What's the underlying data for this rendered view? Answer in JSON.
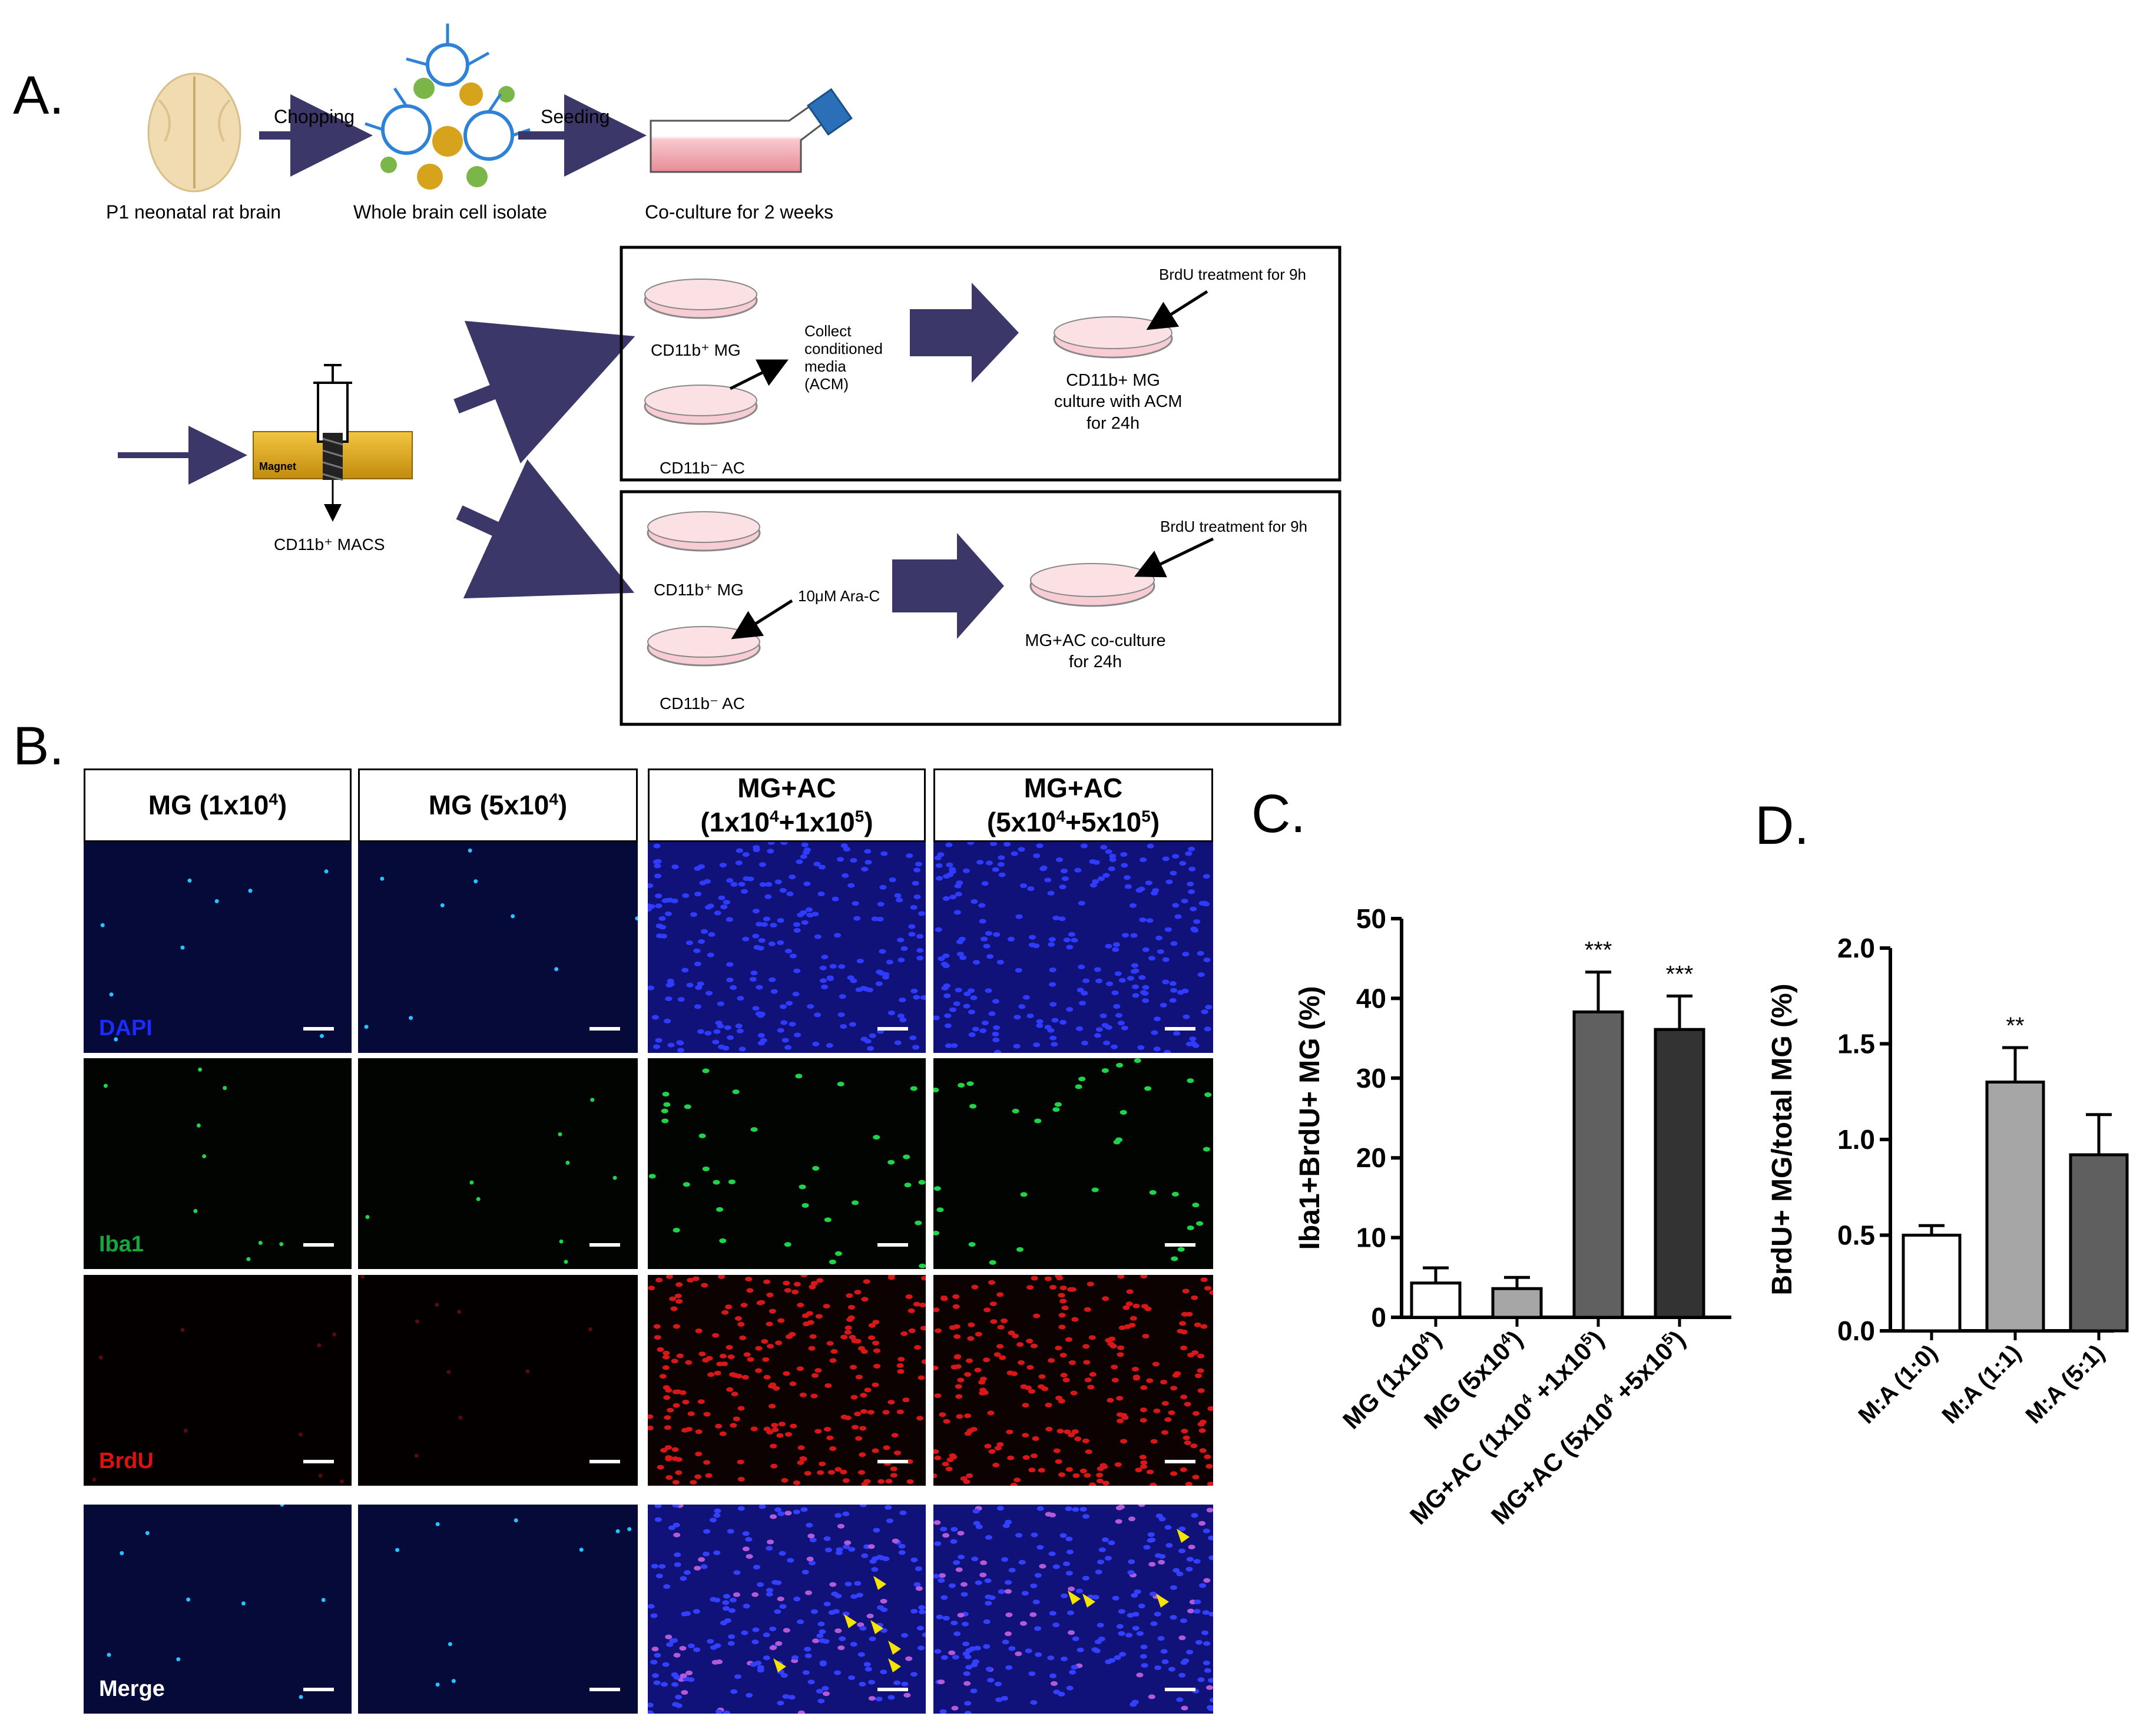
{
  "panel_labels": {
    "a": "A.",
    "b": "B.",
    "c": "C.",
    "d": "D."
  },
  "schematic": {
    "step_brain": "P1 neonatal rat brain",
    "arrow_chopping": "Chopping",
    "step_isolate": "Whole brain cell isolate",
    "arrow_seeding": "Seeding",
    "step_coculture": "Co-culture for 2 weeks",
    "magnet_label": "Magnet",
    "macs_label": "CD11b⁺ MACS",
    "top_box": {
      "dish_mg": "CD11b⁺ MG",
      "dish_ac": "CD11b⁻ AC",
      "collect_media": [
        "Collect",
        "conditioned",
        "media",
        "(ACM)"
      ],
      "brdu": "BrdU treatment for 9h",
      "result": [
        "CD11b+ MG",
        "culture with ACM",
        "for 24h"
      ]
    },
    "bottom_box": {
      "dish_mg": "CD11b⁺ MG",
      "dish_ac": "CD11b⁻ AC",
      "arac": "10μM Ara-C",
      "brdu": "BrdU treatment for 9h",
      "result": [
        "MG+AC co-culture",
        "for 24h"
      ]
    }
  },
  "micrographs": {
    "headers": [
      {
        "line1": "MG (1x10",
        "sup1": "4",
        "end1": ")"
      },
      {
        "line1": "MG (5x10",
        "sup1": "4",
        "end1": ")"
      },
      {
        "line1": "MG+AC",
        "line2a": "(1x10",
        "sup2a": "4",
        "line2b": "+1x10",
        "sup2b": "5",
        "end2": ")"
      },
      {
        "line1": "MG+AC",
        "line2a": "(5x10",
        "sup2a": "4",
        "line2b": "+5x10",
        "sup2b": "5",
        "end2": ")"
      }
    ],
    "channels": [
      {
        "name": "DAPI",
        "color": "#1a2cff"
      },
      {
        "name": "Iba1",
        "color": "#19a63a"
      },
      {
        "name": "BrdU",
        "color": "#e01010"
      },
      {
        "name": "Merge",
        "color": "#ffffff"
      }
    ]
  },
  "chart_data": [
    {
      "type": "bar",
      "title": "",
      "ylabel": "Iba1+BrdU+ MG (%)",
      "ylim": [
        0,
        50
      ],
      "yticks": [
        "0",
        "10",
        "20",
        "30",
        "40",
        "50"
      ],
      "categories": [
        "MG (1x10^4)",
        "MG (5x10^4)",
        "MG+AC (1x10^4 +1x10^5)",
        "MG+AC (5x10^4 +5x10^5)"
      ],
      "category_display": [
        {
          "base": "MG (1x10",
          "sup": "4",
          "end": ")"
        },
        {
          "base": "MG (5x10",
          "sup": "4",
          "end": ")"
        },
        {
          "base": "MG+AC (1x10",
          "sup": "4",
          "mid": " +1x10",
          "sup2": "5",
          "end": ")"
        },
        {
          "base": "MG+AC (5x10",
          "sup": "4",
          "mid": " +5x10",
          "sup2": "5",
          "end": ")"
        }
      ],
      "values": [
        4.3,
        3.6,
        38.3,
        36.1
      ],
      "errors": [
        1.9,
        1.4,
        5.0,
        4.2
      ],
      "significance": [
        "",
        "",
        "***",
        "***"
      ],
      "colors": [
        "#ffffff",
        "#a6a6a6",
        "#606060",
        "#333333"
      ]
    },
    {
      "type": "bar",
      "title": "",
      "ylabel": "BrdU+ MG/total MG  (%)",
      "ylim": [
        0,
        2.0
      ],
      "yticks": [
        "0.0",
        "0.5",
        "1.0",
        "1.5",
        "2.0"
      ],
      "categories": [
        "M:A (1:0)",
        "M:A (1:1)",
        "M:A (5:1)"
      ],
      "values": [
        0.5,
        1.3,
        0.92
      ],
      "errors": [
        0.05,
        0.18,
        0.21
      ],
      "significance": [
        "",
        "**",
        ""
      ],
      "colors": [
        "#ffffff",
        "#a6a6a6",
        "#5f5f5f"
      ]
    }
  ]
}
